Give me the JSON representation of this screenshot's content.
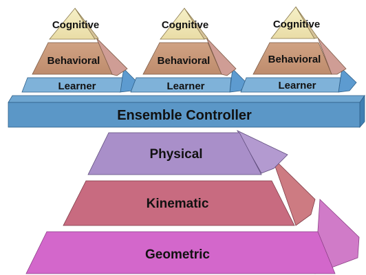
{
  "learner_pyramids": [
    {
      "cognitive": "Cognitive",
      "behavioral": "Behavioral",
      "learner": "Learner"
    },
    {
      "cognitive": "Cognitive",
      "behavioral": "Behavioral",
      "learner": "Learner"
    },
    {
      "cognitive": "Cognitive",
      "behavioral": "Behavioral",
      "learner": "Learner"
    }
  ],
  "controller": {
    "label": "Ensemble Controller"
  },
  "base_pyramid": {
    "physical": "Physical",
    "kinematic": "Kinematic",
    "geometric": "Geometric"
  },
  "colors": {
    "cognitive": "#f2ebb9",
    "behavioral": "#c79778",
    "learner": "#7fb2d9",
    "controller": "#5b97c7",
    "physical": "#a98fc9",
    "kinematic": "#c76b7e",
    "geometric": "#cf66c8"
  }
}
